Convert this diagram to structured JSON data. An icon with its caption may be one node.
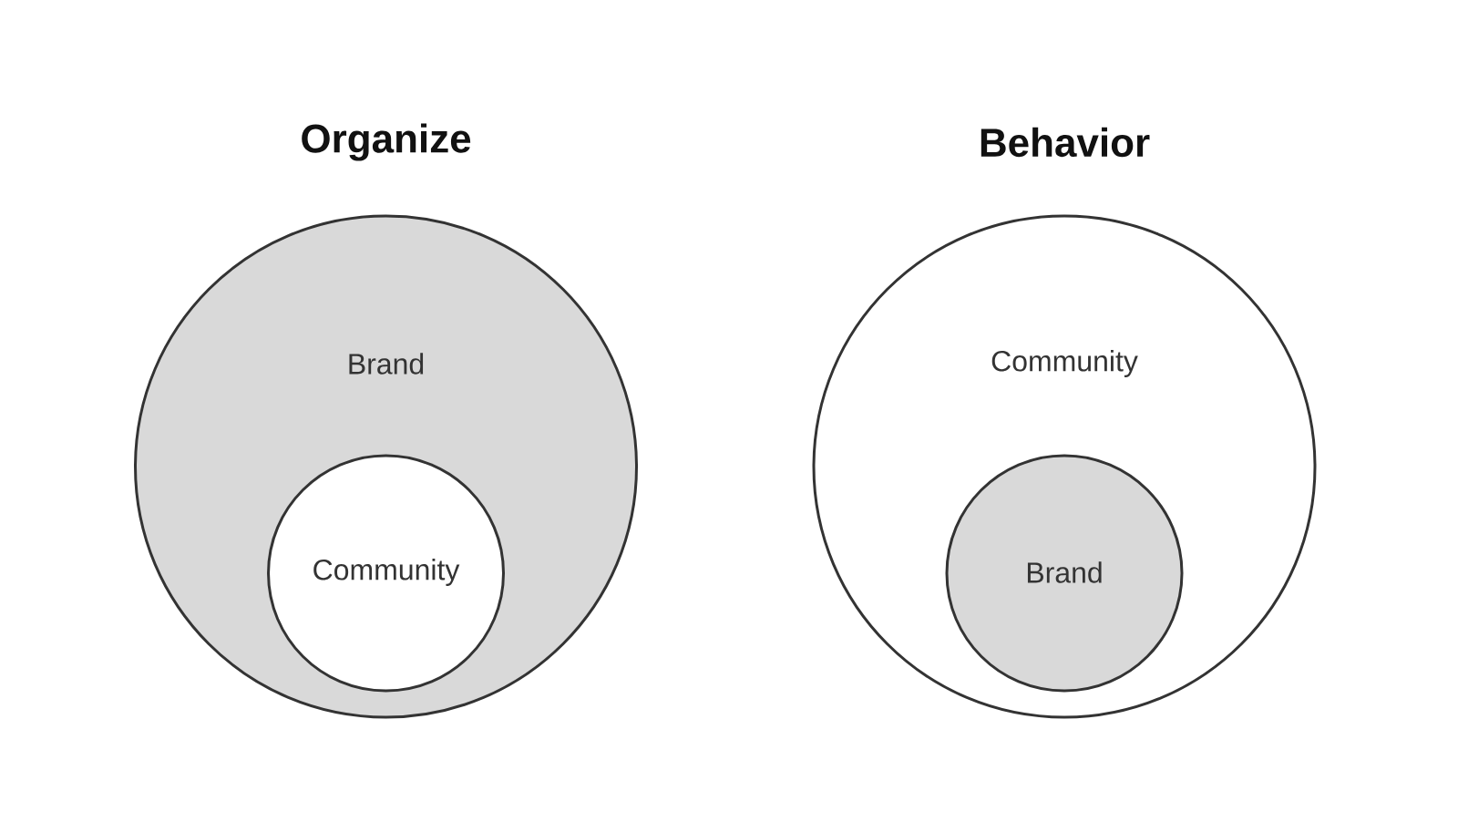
{
  "diagram": {
    "nodes": [
      {
        "text": [
          "Brand"
        ]
      },
      {
        "text": [
          "Community"
        ],
        "in": 0
      },
      {
        "text": [
          "Community"
        ]
      },
      {
        "text": [
          "Brand"
        ],
        "in": 2
      }
    ],
    "labels": [
      "Organize",
      "Behavior"
    ]
  }
}
